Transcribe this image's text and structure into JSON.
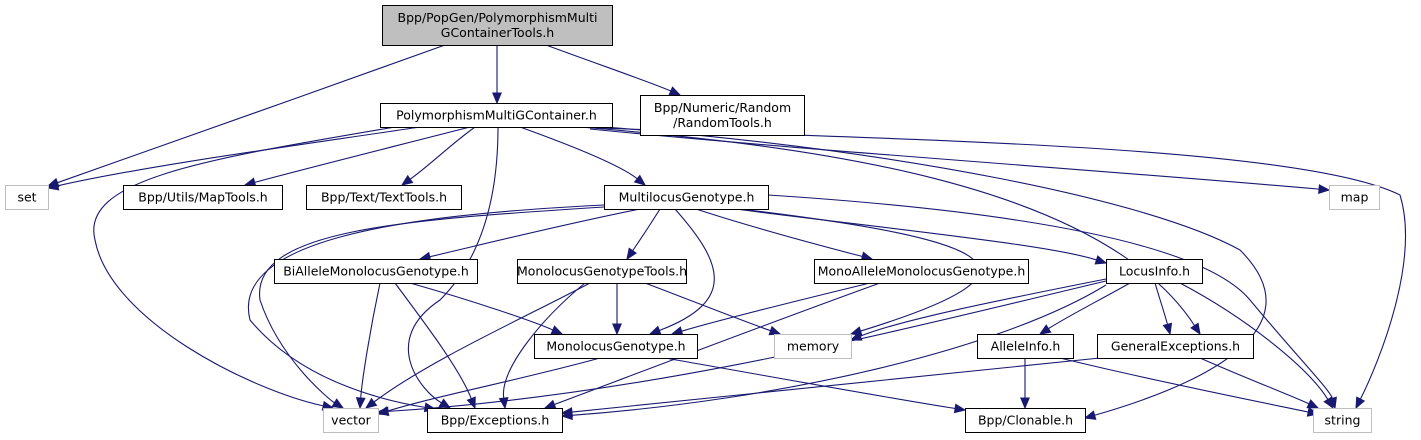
{
  "title": "Include dependency graph for Bpp/PopGen/PolymorphismMultiGContainerTools.h",
  "colors": {
    "edge": "#191970",
    "root_fill": "#bfbfbf",
    "root_border": "#000000",
    "internal_border": "#000000",
    "external_border": "#bfbfbf",
    "node_fill": "#ffffff"
  },
  "nodes": [
    {
      "id": "root",
      "lines": [
        "Bpp/PopGen/PolymorphismMulti",
        "GContainerTools.h"
      ],
      "kind": "root"
    },
    {
      "id": "pmgc",
      "lines": [
        "PolymorphismMultiGContainer.h"
      ],
      "kind": "internal"
    },
    {
      "id": "randomtools",
      "lines": [
        "Bpp/Numeric/Random",
        "/RandomTools.h"
      ],
      "kind": "internal"
    },
    {
      "id": "set",
      "lines": [
        "set"
      ],
      "kind": "external"
    },
    {
      "id": "maptools",
      "lines": [
        "Bpp/Utils/MapTools.h"
      ],
      "kind": "internal"
    },
    {
      "id": "texttools",
      "lines": [
        "Bpp/Text/TextTools.h"
      ],
      "kind": "internal"
    },
    {
      "id": "multilocus",
      "lines": [
        "MultilocusGenotype.h"
      ],
      "kind": "internal"
    },
    {
      "id": "map",
      "lines": [
        "map"
      ],
      "kind": "external"
    },
    {
      "id": "biallele",
      "lines": [
        "BiAlleleMonolocusGenotype.h"
      ],
      "kind": "internal"
    },
    {
      "id": "mgtools",
      "lines": [
        "MonolocusGenotypeTools.h"
      ],
      "kind": "internal"
    },
    {
      "id": "monoallele",
      "lines": [
        "MonoAlleleMonolocusGenotype.h"
      ],
      "kind": "internal"
    },
    {
      "id": "locusinfo",
      "lines": [
        "LocusInfo.h"
      ],
      "kind": "internal"
    },
    {
      "id": "monolocus",
      "lines": [
        "MonolocusGenotype.h"
      ],
      "kind": "internal"
    },
    {
      "id": "memory",
      "lines": [
        "memory"
      ],
      "kind": "external"
    },
    {
      "id": "alleleinfo",
      "lines": [
        "AlleleInfo.h"
      ],
      "kind": "internal"
    },
    {
      "id": "genexc",
      "lines": [
        "GeneralExceptions.h"
      ],
      "kind": "internal"
    },
    {
      "id": "vector",
      "lines": [
        "vector"
      ],
      "kind": "external"
    },
    {
      "id": "exceptions",
      "lines": [
        "Bpp/Exceptions.h"
      ],
      "kind": "internal"
    },
    {
      "id": "clonable",
      "lines": [
        "Bpp/Clonable.h"
      ],
      "kind": "internal"
    },
    {
      "id": "string",
      "lines": [
        "string"
      ],
      "kind": "external"
    }
  ],
  "edges": [
    {
      "from": "root",
      "to": "pmgc"
    },
    {
      "from": "root",
      "to": "randomtools"
    },
    {
      "from": "root",
      "to": "set"
    },
    {
      "from": "pmgc",
      "to": "set"
    },
    {
      "from": "pmgc",
      "to": "maptools"
    },
    {
      "from": "pmgc",
      "to": "texttools"
    },
    {
      "from": "pmgc",
      "to": "multilocus"
    },
    {
      "from": "pmgc",
      "to": "map"
    },
    {
      "from": "pmgc",
      "to": "string"
    },
    {
      "from": "pmgc",
      "to": "vector"
    },
    {
      "from": "pmgc",
      "to": "exceptions"
    },
    {
      "from": "pmgc",
      "to": "genexc"
    },
    {
      "from": "pmgc",
      "to": "clonable"
    },
    {
      "from": "multilocus",
      "to": "biallele"
    },
    {
      "from": "multilocus",
      "to": "mgtools"
    },
    {
      "from": "multilocus",
      "to": "monoallele"
    },
    {
      "from": "multilocus",
      "to": "locusinfo"
    },
    {
      "from": "multilocus",
      "to": "monolocus"
    },
    {
      "from": "multilocus",
      "to": "memory"
    },
    {
      "from": "multilocus",
      "to": "vector"
    },
    {
      "from": "multilocus",
      "to": "exceptions"
    },
    {
      "from": "multilocus",
      "to": "string"
    },
    {
      "from": "biallele",
      "to": "monolocus"
    },
    {
      "from": "biallele",
      "to": "vector"
    },
    {
      "from": "biallele",
      "to": "exceptions"
    },
    {
      "from": "mgtools",
      "to": "monolocus"
    },
    {
      "from": "mgtools",
      "to": "memory"
    },
    {
      "from": "mgtools",
      "to": "vector"
    },
    {
      "from": "mgtools",
      "to": "exceptions"
    },
    {
      "from": "monoallele",
      "to": "monolocus"
    },
    {
      "from": "monoallele",
      "to": "exceptions"
    },
    {
      "from": "locusinfo",
      "to": "alleleinfo"
    },
    {
      "from": "locusinfo",
      "to": "genexc"
    },
    {
      "from": "locusinfo",
      "to": "memory"
    },
    {
      "from": "locusinfo",
      "to": "vector"
    },
    {
      "from": "locusinfo",
      "to": "exceptions"
    },
    {
      "from": "locusinfo",
      "to": "string"
    },
    {
      "from": "monolocus",
      "to": "vector"
    },
    {
      "from": "monolocus",
      "to": "clonable"
    },
    {
      "from": "alleleinfo",
      "to": "clonable"
    },
    {
      "from": "alleleinfo",
      "to": "string"
    },
    {
      "from": "genexc",
      "to": "exceptions"
    },
    {
      "from": "genexc",
      "to": "string"
    }
  ]
}
